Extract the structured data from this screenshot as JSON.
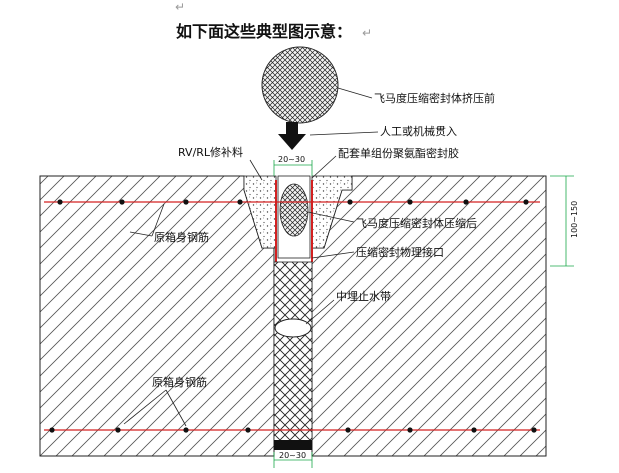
{
  "page": {
    "para_mark": "↵",
    "heading": "如下面这些典型图示意："
  },
  "figure": {
    "labels": {
      "before_compression": "飞马度压缩密封体挤压前",
      "insertion": "人工或机械贯入",
      "repair_material": "RV/RL修补料",
      "sealant": "配套单组份聚氨酯密封胶",
      "rebar_upper": "原箱身钢筋",
      "after_compression": "飞马度压缩密封体压缩后",
      "physical_joint": "压缩密封物理接口",
      "waterstop": "中埋止水带",
      "rebar_lower": "原箱身钢筋"
    },
    "dimensions": {
      "gap_top": "20~30",
      "gap_bottom": "20~30",
      "depth": "100~150"
    },
    "colors": {
      "rebar": "#d32020",
      "dimension": "#1aa84a",
      "outline": "#222222"
    }
  }
}
